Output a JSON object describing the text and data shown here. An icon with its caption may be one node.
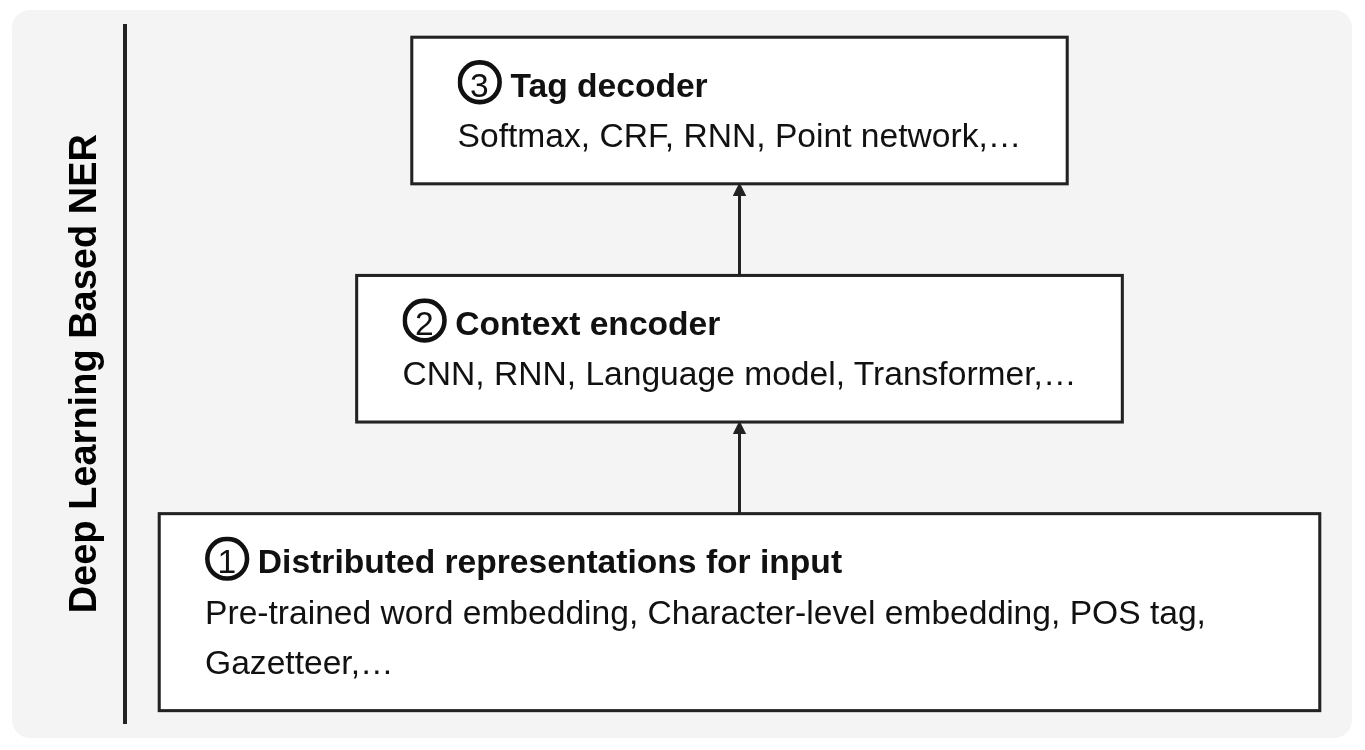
{
  "diagram": {
    "title": "Deep Learning Based NER",
    "nodes": [
      {
        "text": [
          "3",
          "Tag decoder",
          "Softmax, CRF, RNN, Point network,…"
        ]
      },
      {
        "text": [
          "2",
          "Context encoder",
          "CNN, RNN, Language model, Transformer,…"
        ]
      },
      {
        "text": [
          "1",
          "Distributed representations for input",
          "Pre-trained word embedding, Character-level embedding, POS tag, Gazetteer,…"
        ]
      }
    ],
    "edges": [
      {
        "from": 2,
        "to": 1,
        "arrow": "to"
      },
      {
        "from": 1,
        "to": 0,
        "arrow": "to"
      }
    ]
  }
}
